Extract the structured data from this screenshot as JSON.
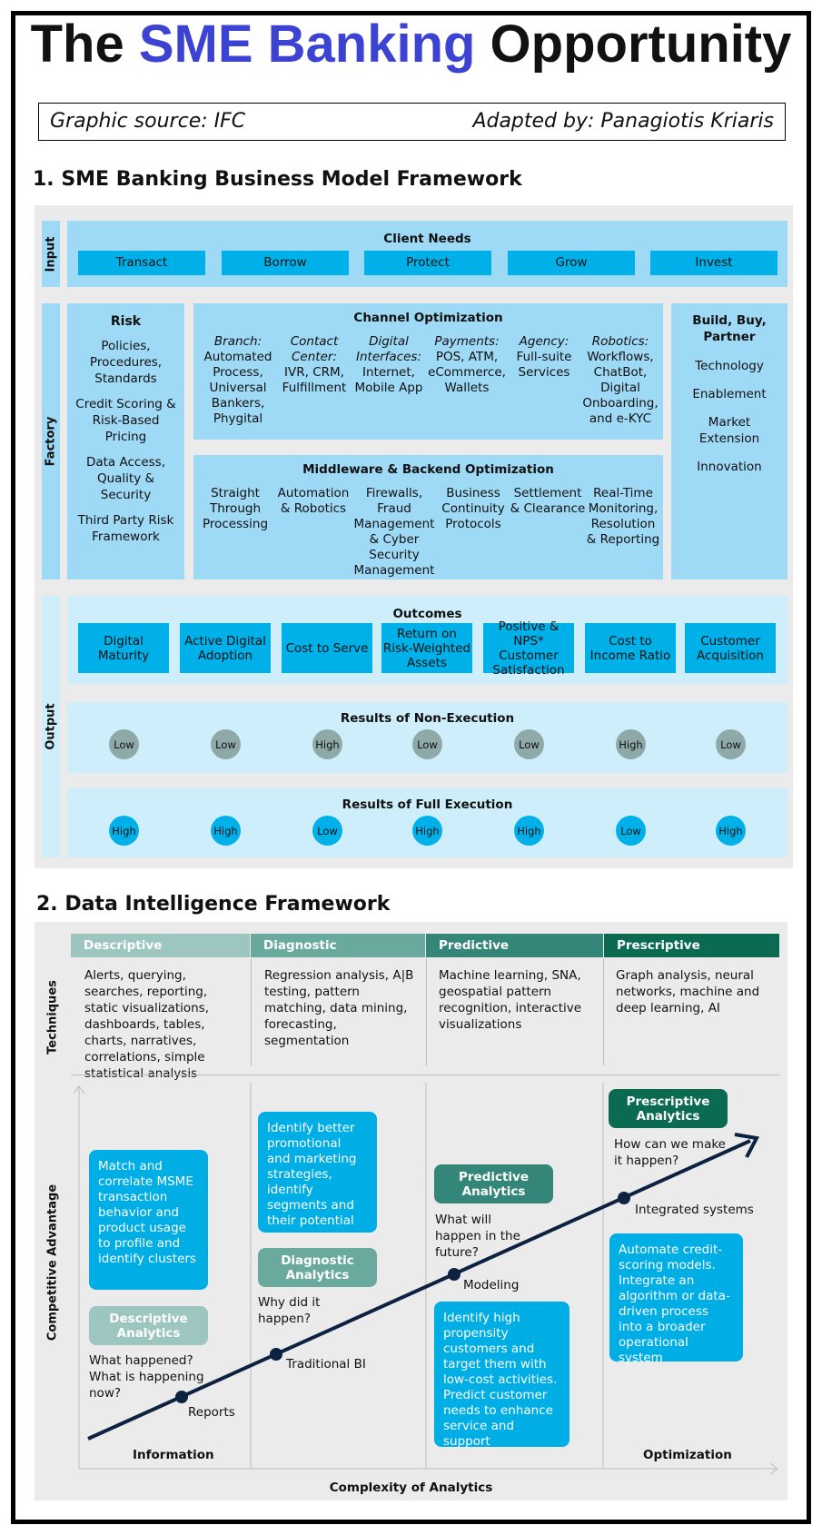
{
  "title": {
    "part1": "The ",
    "accent": "SME Banking",
    "part2": " Opportunity"
  },
  "source": {
    "left": "Graphic source: IFC",
    "right": "Adapted by: Panagiotis Kriaris"
  },
  "section1": {
    "title": "1. SME Banking Business Model Framework",
    "input_label": "Input",
    "factory_label": "Factory",
    "output_label": "Output",
    "client_needs": {
      "title": "Client Needs",
      "items": [
        "Transact",
        "Borrow",
        "Protect",
        "Grow",
        "Invest"
      ]
    },
    "risk": {
      "title": "Risk",
      "items": [
        "Policies, Procedures, Standards",
        "Credit Scoring & Risk-Based Pricing",
        "Data Access, Quality & Security",
        "Third Party Risk Framework"
      ]
    },
    "channel": {
      "title": "Channel Optimization",
      "columns": [
        {
          "head": "Branch:",
          "body": "Automated Process, Universal Bankers, Phygital"
        },
        {
          "head": "Contact Center:",
          "body": "IVR, CRM, Fulfillment"
        },
        {
          "head": "Digital Interfaces:",
          "body": "Internet, Mobile App"
        },
        {
          "head": "Payments:",
          "body": "POS, ATM, eCommerce, Wallets"
        },
        {
          "head": "Agency:",
          "body": "Full-suite Services"
        },
        {
          "head": "Robotics:",
          "body": "Workflows, ChatBot, Digital Onboarding, and e-KYC"
        }
      ]
    },
    "middleware": {
      "title": "Middleware & Backend Optimization",
      "columns": [
        "Straight Through Processing",
        "Automation & Robotics",
        "Firewalls, Fraud Management & Cyber Security Management",
        "Business Continuity Protocols",
        "Settlement & Clearance",
        "Real-Time Monitoring, Resolution & Reporting"
      ]
    },
    "build": {
      "title": "Build, Buy, Partner",
      "items": [
        "Technology",
        "Enablement",
        "Market Extension",
        "Innovation"
      ]
    },
    "outcomes": {
      "title": "Outcomes",
      "items": [
        "Digital Maturity",
        "Active Digital Adoption",
        "Cost to Serve",
        "Return on Risk-Weighted Assets",
        "Positive & NPS* Customer Satisfaction",
        "Cost to Income Ratio",
        "Customer Acquisition"
      ]
    },
    "non_execution": {
      "title": "Results of Non-Execution",
      "values": [
        "Low",
        "Low",
        "High",
        "Low",
        "Low",
        "High",
        "Low"
      ]
    },
    "full_execution": {
      "title": "Results of Full Execution",
      "values": [
        "High",
        "High",
        "Low",
        "High",
        "High",
        "Low",
        "High"
      ]
    }
  },
  "section2": {
    "title": "2. Data Intelligence Framework",
    "techniques_label": "Techniques",
    "advantage_label": "Competitive Advantage",
    "x_axis_label": "Complexity of Analytics",
    "x_left": "Information",
    "x_right": "Optimization",
    "stages": [
      {
        "name": "Descriptive",
        "color": "#9cc6bf",
        "techniques": "Alerts, querying, searches, reporting, static visualizations, dashboards, tables, charts, narratives, correlations, simple statistical analysis"
      },
      {
        "name": "Diagnostic",
        "color": "#6aaa9e",
        "techniques": "Regression analysis, A|B testing, pattern matching, data mining, forecasting, segmentation"
      },
      {
        "name": "Predictive",
        "color": "#348778",
        "techniques": "Machine learning, SNA, geospatial pattern recognition, interactive visualizations"
      },
      {
        "name": "Prescriptive",
        "color": "#0a6b52",
        "techniques": "Graph analysis, neural networks, machine and deep learning, AI"
      }
    ],
    "analytics": [
      {
        "tag": "Descriptive Analytics",
        "question": "What happened? What is happening now?",
        "milestone": "Reports",
        "card": "Match and correlate MSME transaction behavior and product usage to profile and identify clusters"
      },
      {
        "tag": "Diagnostic Analytics",
        "question": "Why did it happen?",
        "milestone": "Traditional BI",
        "card": "Identify better promotional and marketing strategies, identify segments and their potential"
      },
      {
        "tag": "Predictive Analytics",
        "question": "What will happen in the future?",
        "milestone": "Modeling",
        "card": "Identify high propensity customers and target them with low-cost activities. Predict customer needs to enhance service and support"
      },
      {
        "tag": "Prescriptive Analytics",
        "question": "How can we make it happen?",
        "milestone": "Integrated systems",
        "card": "Automate credit-scoring models. Integrate an algorithm or data-driven process into a broader operational system"
      }
    ],
    "colors": {
      "light_blue": "#9ed9f5",
      "blue": "#00b0e8",
      "grey_panel": "#ebebeb",
      "line": "#0d2240"
    }
  }
}
